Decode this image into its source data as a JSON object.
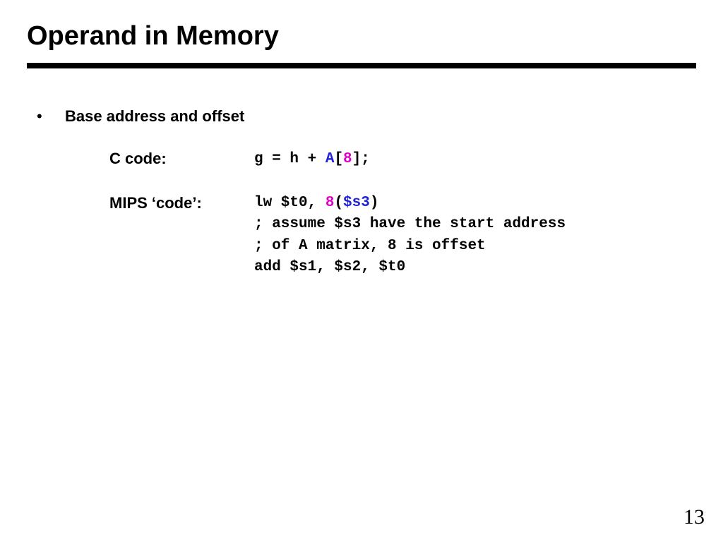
{
  "slide": {
    "title": "Operand in Memory",
    "bullet": {
      "symbol": "•",
      "text": "Base address and offset"
    },
    "c_code": {
      "label": "C code:",
      "parts": [
        "g = h + ",
        "A",
        "[",
        "8",
        "];"
      ]
    },
    "mips_code": {
      "label": "MIPS ‘code’:",
      "line1_parts": [
        "lw $t0, ",
        "8",
        "(",
        "$s3",
        ")"
      ],
      "line2": "; assume $s3 have the start address",
      "line3": "; of A matrix, 8 is offset",
      "line4": "add $s1, $s2, $t0"
    },
    "page_number": "13",
    "colors": {
      "text": "#000000",
      "highlight_blue": "#1f22d6",
      "highlight_magenta": "#e000c8",
      "rule": "#000000"
    }
  }
}
